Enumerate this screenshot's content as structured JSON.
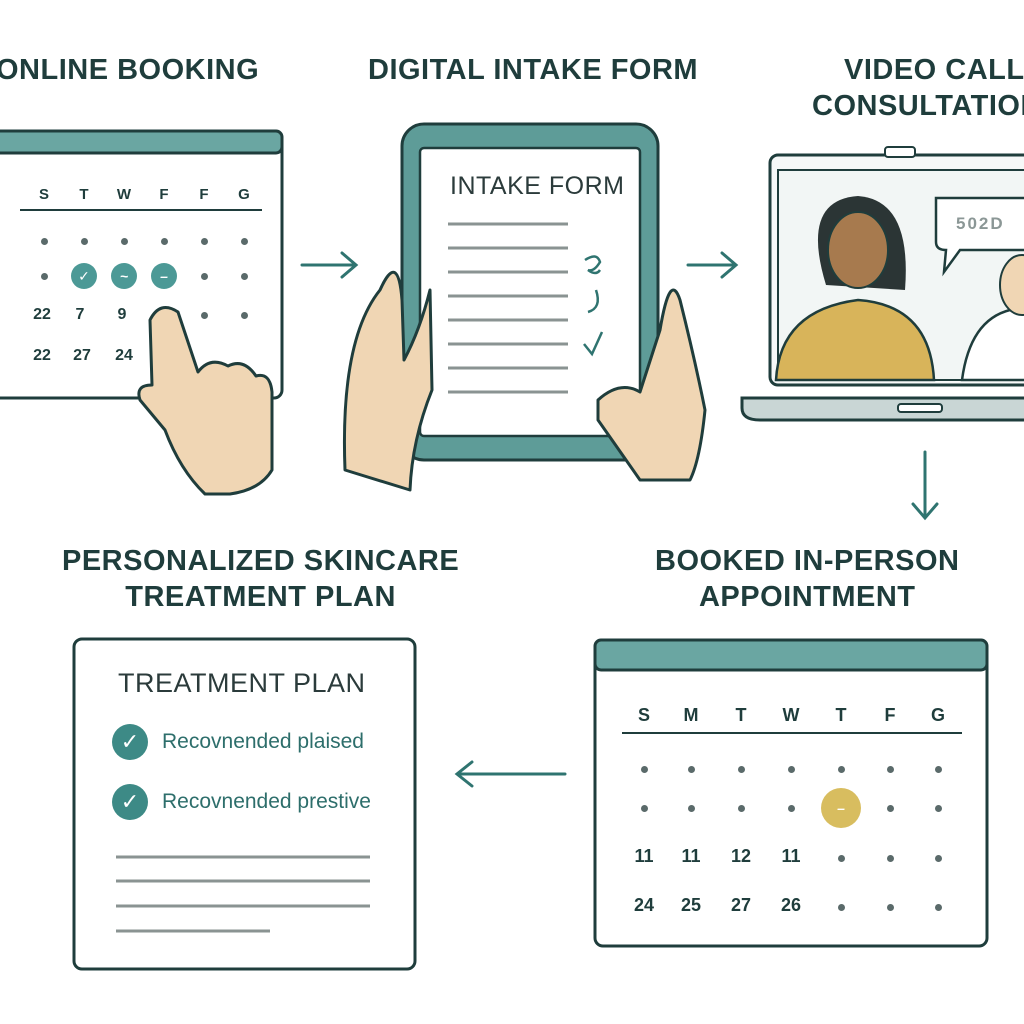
{
  "steps": {
    "online_booking": {
      "title": "ONLINE BOOKING"
    },
    "intake_form": {
      "title": "DIGITAL INTAKE FORM",
      "form_title": "INTAKE FORM"
    },
    "video_call": {
      "title_line1": "VIDEO CALL",
      "title_line2": "CONSULTATION",
      "bubble_text": "502D"
    },
    "in_person": {
      "title_line1": "BOOKED IN-PERSON",
      "title_line2": "APPOINTMENT"
    },
    "treatment_plan": {
      "title_line1": "PERSONALIZED SKINCARE",
      "title_line2": "TREATMENT PLAN",
      "card_title": "TREATMENT PLAN",
      "items": [
        "Recovnended plaised",
        "Recovnended prestive"
      ]
    }
  },
  "calendar_small": {
    "days": [
      "S",
      "T",
      "W",
      "F",
      "F",
      "G"
    ],
    "row3": [
      "22",
      "7",
      "9"
    ],
    "row4": [
      "22",
      "27",
      "24"
    ]
  },
  "calendar_large": {
    "days": [
      "S",
      "M",
      "T",
      "W",
      "T",
      "F",
      "G"
    ],
    "row3": [
      "11",
      "11",
      "12",
      "11"
    ],
    "row4": [
      "24",
      "25",
      "27",
      "26"
    ]
  },
  "colors": {
    "teal": "#5e9c98",
    "dark_teal": "#2f6e6b",
    "gold": "#d8bd5f",
    "skin": "#f0d6b4",
    "text": "#1f3d3c"
  },
  "icons": [
    "arrow-right-icon",
    "arrow-down-icon",
    "arrow-left-icon",
    "check-icon",
    "pointing-hand-icon"
  ]
}
